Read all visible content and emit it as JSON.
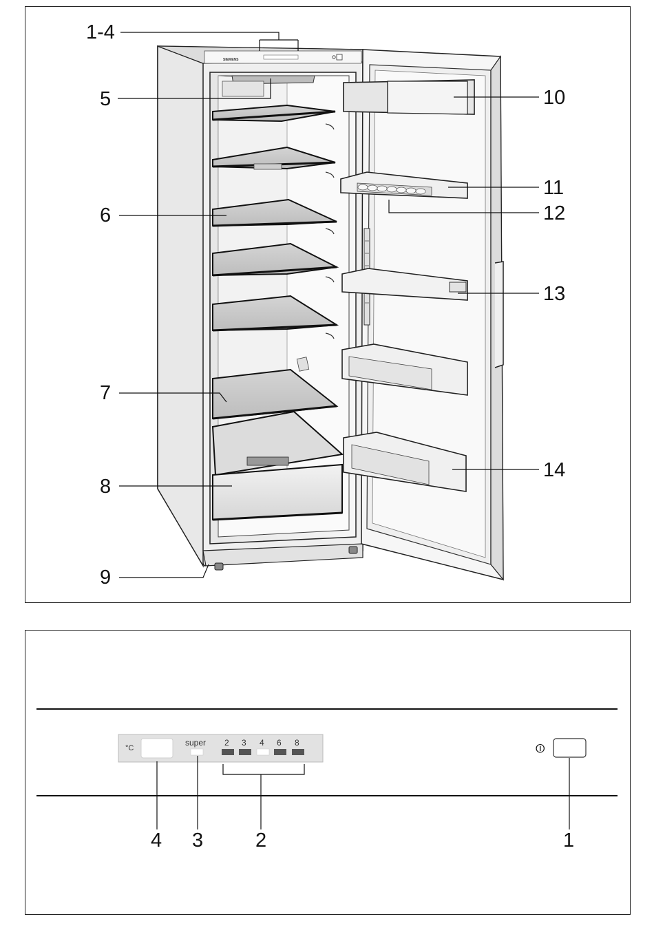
{
  "figure_top": {
    "brand": "SIEMENS",
    "callouts": [
      {
        "id": "1-4",
        "label": "1-4"
      },
      {
        "id": "5",
        "label": "5"
      },
      {
        "id": "6",
        "label": "6"
      },
      {
        "id": "7",
        "label": "7"
      },
      {
        "id": "8",
        "label": "8"
      },
      {
        "id": "9",
        "label": "9"
      },
      {
        "id": "10",
        "label": "10"
      },
      {
        "id": "11",
        "label": "11"
      },
      {
        "id": "12",
        "label": "12"
      },
      {
        "id": "13",
        "label": "13"
      },
      {
        "id": "14",
        "label": "14"
      }
    ]
  },
  "figure_bottom": {
    "panel": {
      "unit": "°C",
      "super_label": "super",
      "levels": [
        "2",
        "3",
        "4",
        "6",
        "8"
      ],
      "active_level": "4",
      "power_symbol": "⏼"
    },
    "callouts": [
      {
        "id": "4",
        "label": "4"
      },
      {
        "id": "3",
        "label": "3"
      },
      {
        "id": "2",
        "label": "2"
      },
      {
        "id": "1",
        "label": "1"
      }
    ]
  }
}
